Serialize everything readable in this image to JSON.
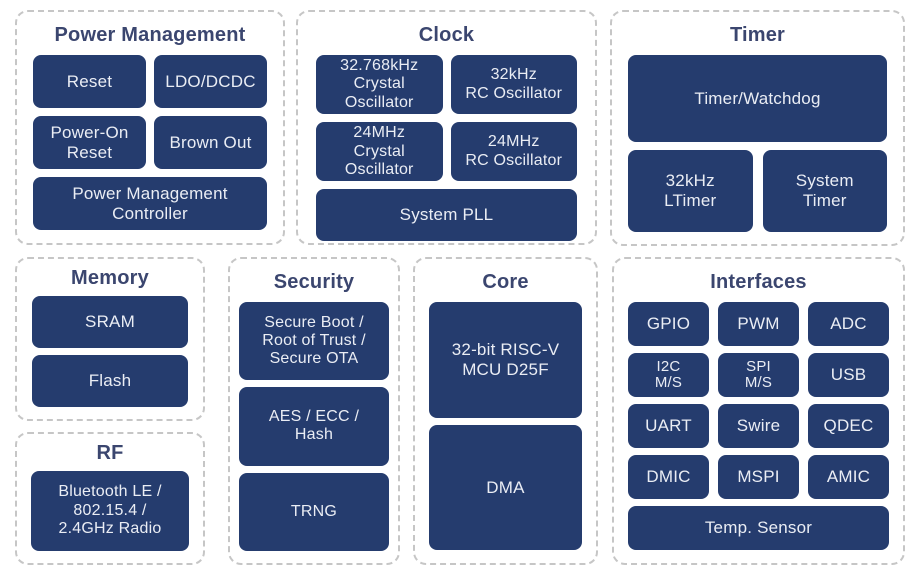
{
  "colors": {
    "background": "#FFFFFF",
    "block_bg": "#253C6E",
    "block_text": "#EAEDF4",
    "section_title_text": "#3B466F",
    "dashed_border": "#C6C6C6"
  },
  "diagram": {
    "power": {
      "title": "Power Management",
      "reset": "Reset",
      "ldo_dcdc": "LDO/DCDC",
      "power_on_reset": "Power-On\nReset",
      "brown_out": "Brown Out",
      "pm_controller": "Power Management\nController"
    },
    "clock": {
      "title": "Clock",
      "crystal_32768": "32.768kHz\nCrystal\nOscillator",
      "rc_32k": "32kHz\nRC Oscillator",
      "crystal_24m": "24MHz\nCrystal\nOscillator",
      "rc_24m": "24MHz\nRC Oscillator",
      "system_pll": "System PLL"
    },
    "timer": {
      "title": "Timer",
      "watchdog": "Timer/Watchdog",
      "ltimer_32k": "32kHz\nLTimer",
      "system_timer": "System\nTimer"
    },
    "memory": {
      "title": "Memory",
      "sram": "SRAM",
      "flash": "Flash"
    },
    "rf": {
      "title": "RF",
      "radio": "Bluetooth LE /\n802.15.4 /\n2.4GHz Radio"
    },
    "security": {
      "title": "Security",
      "secure_boot": "Secure Boot /\nRoot of Trust /\nSecure OTA",
      "aes_ecc_hash": "AES / ECC /\nHash",
      "trng": "TRNG"
    },
    "core": {
      "title": "Core",
      "cpu": "32-bit RISC-V\nMCU D25F",
      "dma": "DMA"
    },
    "interfaces": {
      "title": "Interfaces",
      "gpio": "GPIO",
      "pwm": "PWM",
      "adc": "ADC",
      "i2c": "I2C\nM/S",
      "spi": "SPI\nM/S",
      "usb": "USB",
      "uart": "UART",
      "swire": "Swire",
      "qdec": "QDEC",
      "dmic": "DMIC",
      "mspi": "MSPI",
      "amic": "AMIC",
      "temp_sensor": "Temp. Sensor"
    }
  }
}
